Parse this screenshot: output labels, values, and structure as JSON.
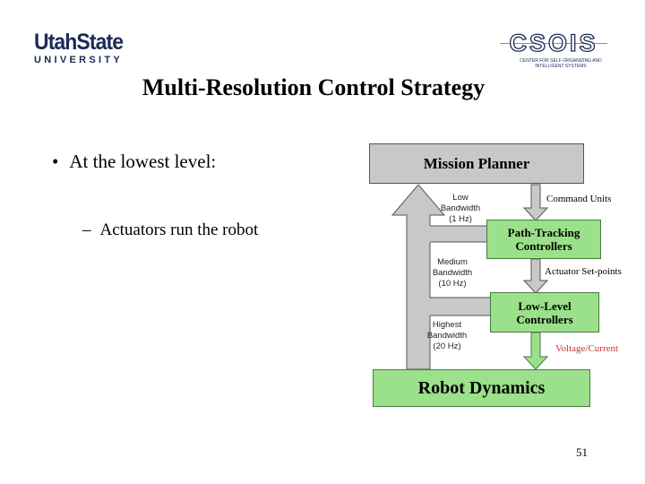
{
  "logos": {
    "university_top": "UtahState",
    "university_bottom": "UNIVERSITY",
    "csois_name": "CSOIS",
    "csois_subtitle": "CENTER FOR SELF-ORGANIZING AND INTELLIGENT SYSTEMS"
  },
  "slide": {
    "title": "Multi-Resolution Control Strategy",
    "bullet": "At the lowest level:",
    "sub_bullet": "Actuators run the robot",
    "page_number": "51"
  },
  "diagram": {
    "mission_planner": "Mission Planner",
    "path_tracking_line1": "Path-Tracking",
    "path_tracking_line2": "Controllers",
    "low_level_line1": "Low-Level",
    "low_level_line2": "Controllers",
    "robot_dynamics": "Robot Dynamics",
    "bandwidth_low": [
      "Low",
      "Bandwidth",
      "(1 Hz)"
    ],
    "bandwidth_medium": [
      "Medium",
      "Bandwidth",
      "(10 Hz)"
    ],
    "bandwidth_high": [
      "Highest",
      "Bandwidth",
      "(20 Hz)"
    ],
    "command_units": "Command Units",
    "actuator_setpoints": "Actuator Set-points",
    "voltage_current": "Voltage/Current"
  },
  "colors": {
    "green_box": "#9be08a",
    "gray_box": "#c8c8c8",
    "voltage_label": "#c0392b",
    "logo_navy": "#1b2a55"
  }
}
